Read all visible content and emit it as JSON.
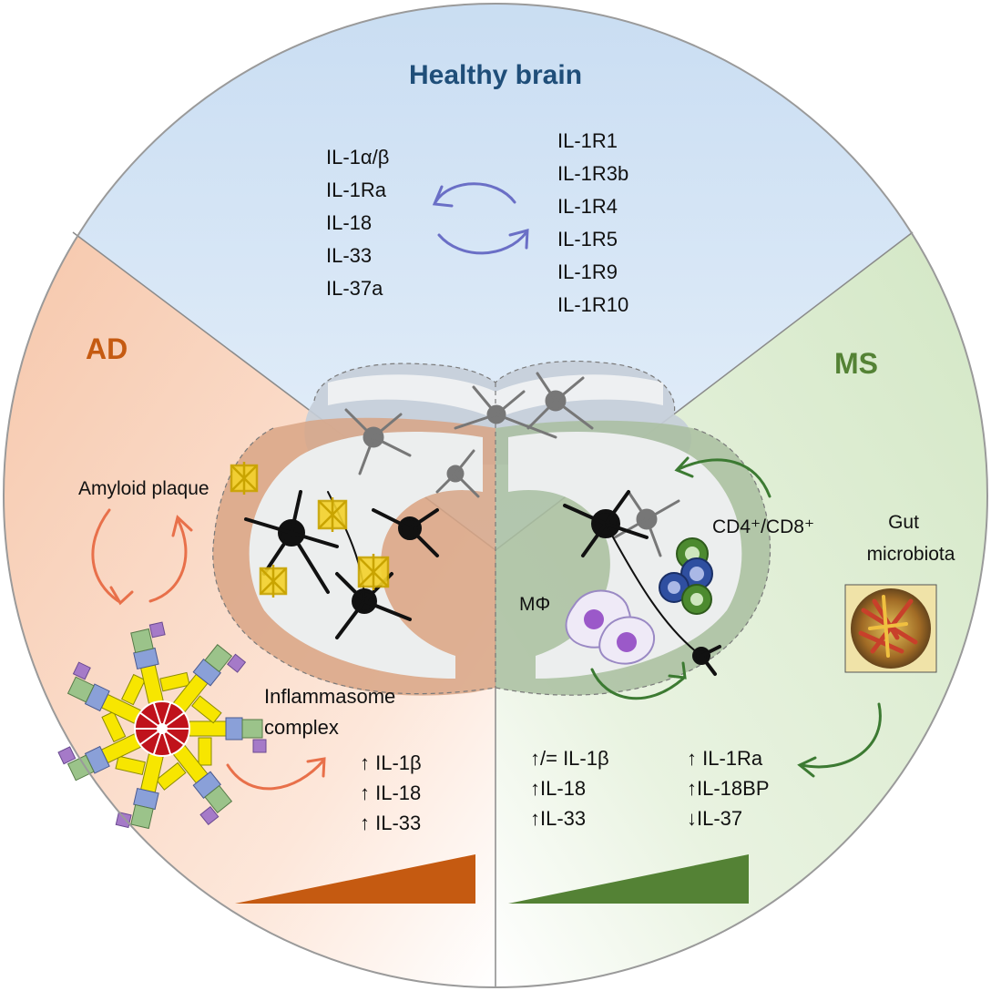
{
  "colors": {
    "healthy": "#1f4e79",
    "ad": "#c55a11",
    "ms": "#548235"
  },
  "healthy": {
    "title": "Healthy brain",
    "ligands": [
      "IL-1α/β",
      "IL-1Ra",
      "IL-18",
      "IL-33",
      "IL-37a"
    ],
    "receptors": [
      "IL-1R1",
      "IL-1R3b",
      "IL-1R4",
      "IL-1R5",
      "IL-1R9",
      "IL-1R10"
    ]
  },
  "ad": {
    "title": "AD",
    "plaque_label": "Amyloid plaque",
    "inflammasome_label_line1": "Inflammasome",
    "inflammasome_label_line2": "complex",
    "changes": [
      "↑ IL-1β",
      "↑ IL-18",
      "↑ IL-33"
    ]
  },
  "ms": {
    "title": "MS",
    "tcell_label": "CD4⁺/CD8⁺",
    "macrophage_label": "MΦ",
    "gut_label_line1": "Gut",
    "gut_label_line2": "microbiota",
    "changes_left": [
      "↑/= IL-1β",
      "↑IL-18",
      "↑IL-33"
    ],
    "changes_right": [
      "↑ IL-1Ra",
      "↑IL-18BP",
      "↓IL-37"
    ]
  }
}
